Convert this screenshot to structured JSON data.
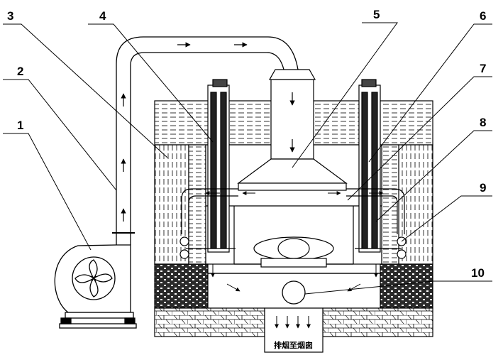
{
  "callouts": [
    "1",
    "2",
    "3",
    "4",
    "5",
    "6",
    "7",
    "8",
    "9",
    "10"
  ],
  "exhaust_label": "排烟至烟囱",
  "colors": {
    "line": "#000000",
    "background": "#ffffff",
    "brick_dark": "#2a2a2a"
  }
}
